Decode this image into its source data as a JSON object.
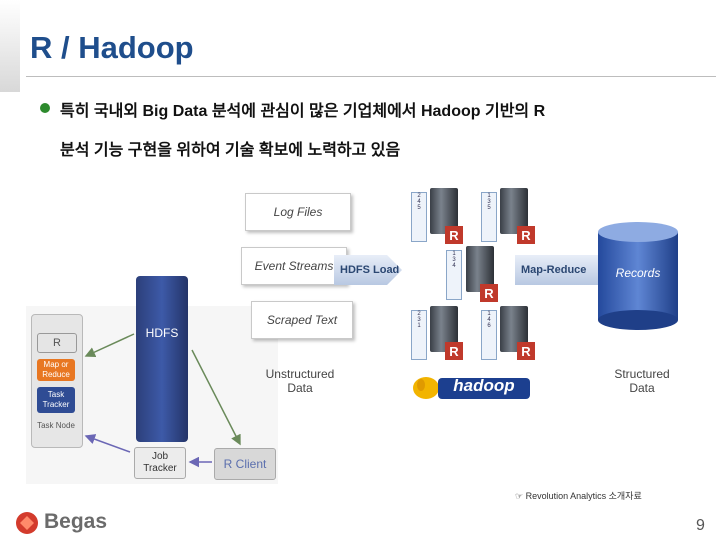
{
  "title": "R / Hadoop",
  "bullet": {
    "line1": "특히 국내외 Big Data 분석에 관심이 많은 기업체에서 Hadoop 기반의 R",
    "line2": "분석 기능 구현을 위하여 기술 확보에 노력하고 있음"
  },
  "diagram": {
    "sources": [
      "Log Files",
      "Event Streams",
      "Scraped Text"
    ],
    "hdfs_load": "HDFS Load",
    "map_reduce": "Map-Reduce",
    "records": "Records",
    "unstructured": "Unstructured\nData",
    "structured": "Structured\nData",
    "hdfs": "HDFS",
    "task_node": {
      "r": "R",
      "map_reduce": "Map or Reduce",
      "task_tracker": "Task Tracker",
      "label": "Task Node"
    },
    "job_tracker": "Job Tracker",
    "r_client": "R Client",
    "hadoop_logo": "hadoop",
    "r_badge": "R"
  },
  "caption": "☞ Revolution Analytics 소개자료",
  "logo": "Begas",
  "page_number": "9",
  "colors": {
    "title": "#1f4e8c",
    "bullet": "#2d8a2d",
    "r_badge": "#c0392b",
    "hdfs": "#2c3f7a",
    "task_orange": "#e87722"
  }
}
